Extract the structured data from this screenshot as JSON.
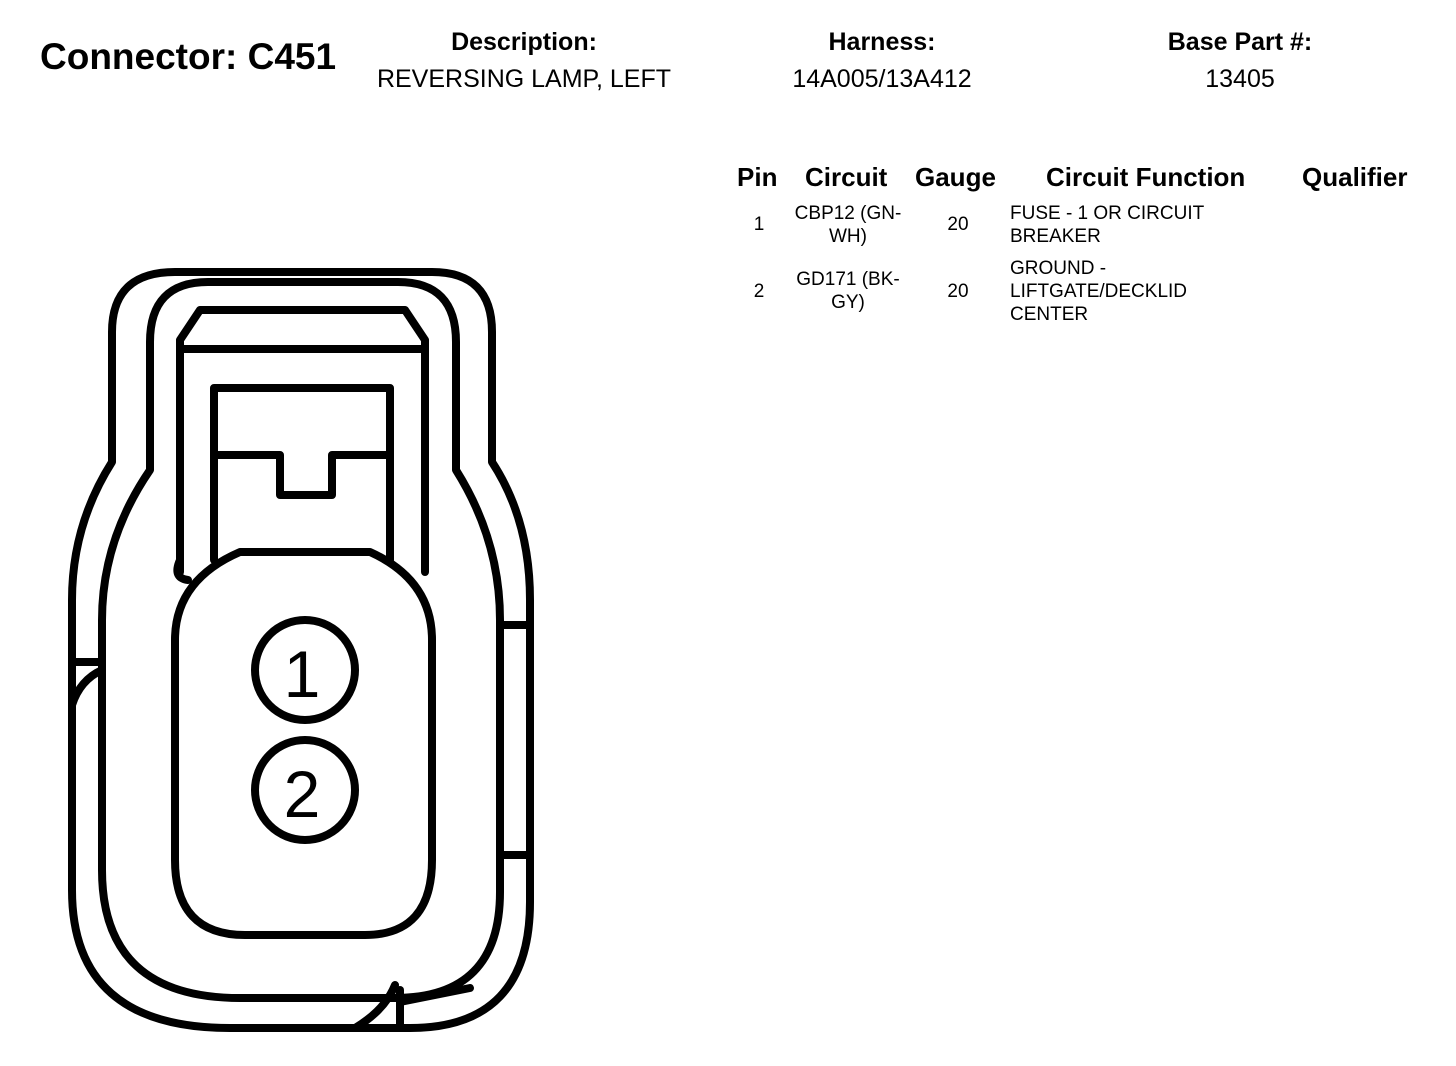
{
  "connector": {
    "title": "Connector: C451"
  },
  "header": {
    "description_label": "Description:",
    "description_value": "REVERSING LAMP, LEFT",
    "harness_label": "Harness:",
    "harness_value": "14A005/13A412",
    "base_part_label": "Base Part #:",
    "base_part_value": "13405"
  },
  "table": {
    "columns": [
      "Pin",
      "Circuit",
      "Gauge",
      "Circuit Function",
      "Qualifier"
    ],
    "rows": [
      {
        "pin": "1",
        "circuit_line1": "CBP12 (GN-",
        "circuit_line2": "WH)",
        "gauge": "20",
        "function_lines": [
          "FUSE - 1 OR CIRCUIT",
          "BREAKER"
        ],
        "qualifier": ""
      },
      {
        "pin": "2",
        "circuit_line1": "GD171 (BK-",
        "circuit_line2": "GY)",
        "gauge": "20",
        "function_lines": [
          "GROUND -",
          "LIFTGATE/DECKLID",
          "CENTER"
        ],
        "qualifier": ""
      }
    ]
  },
  "diagram": {
    "pin_labels": [
      "1",
      "2"
    ],
    "stroke_color": "#000000"
  }
}
